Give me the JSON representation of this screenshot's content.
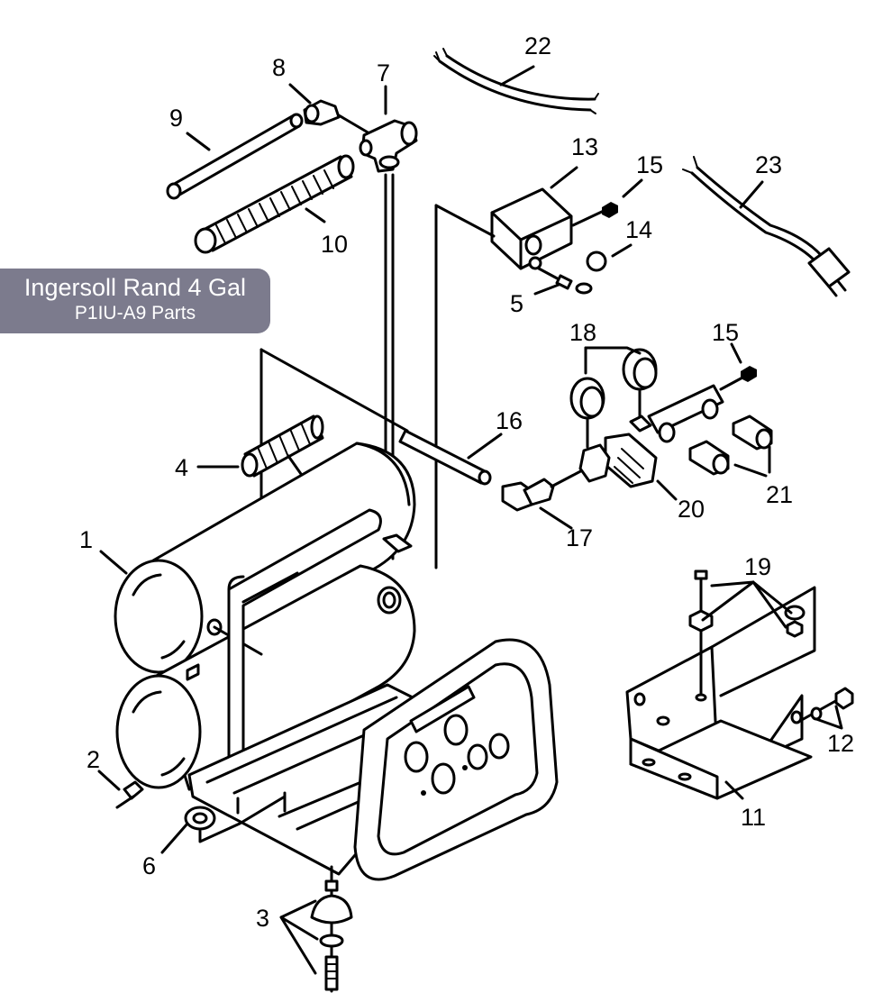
{
  "title": {
    "line1": "Ingersoll Rand 4 Gal",
    "line2": "P1IU-A9 Parts"
  },
  "callouts": [
    {
      "id": "c1",
      "label": "1"
    },
    {
      "id": "c2",
      "label": "2"
    },
    {
      "id": "c3",
      "label": "3"
    },
    {
      "id": "c4",
      "label": "4"
    },
    {
      "id": "c5",
      "label": "5"
    },
    {
      "id": "c6",
      "label": "6"
    },
    {
      "id": "c7",
      "label": "7"
    },
    {
      "id": "c8",
      "label": "8"
    },
    {
      "id": "c9",
      "label": "9"
    },
    {
      "id": "c10",
      "label": "10"
    },
    {
      "id": "c11",
      "label": "11"
    },
    {
      "id": "c12",
      "label": "12"
    },
    {
      "id": "c13",
      "label": "13"
    },
    {
      "id": "c14",
      "label": "14"
    },
    {
      "id": "c15a",
      "label": "15"
    },
    {
      "id": "c15b",
      "label": "15"
    },
    {
      "id": "c16",
      "label": "16"
    },
    {
      "id": "c17",
      "label": "17"
    },
    {
      "id": "c18",
      "label": "18"
    },
    {
      "id": "c19",
      "label": "19"
    },
    {
      "id": "c20",
      "label": "20"
    },
    {
      "id": "c21",
      "label": "21"
    },
    {
      "id": "c22",
      "label": "22"
    },
    {
      "id": "c23",
      "label": "23"
    }
  ]
}
